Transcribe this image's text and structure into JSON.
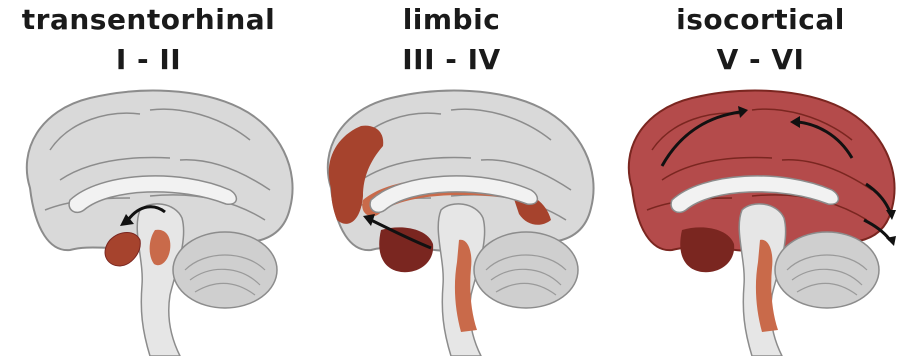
{
  "figure": {
    "panels": [
      {
        "stage_name": "transentorhinal",
        "stage_range": "I - II"
      },
      {
        "stage_name": "limbic",
        "stage_range": "III - IV"
      },
      {
        "stage_name": "isocortical",
        "stage_range": "V - VI"
      }
    ]
  },
  "colors": {
    "cortex_gray": "#d9d9d9",
    "cortex_outline": "#8c8c8c",
    "white_matter": "#f2f2f2",
    "cerebellum": "#cfcfcf",
    "affected_light": "#c96a4a",
    "affected_medium": "#a6432d",
    "affected_dark": "#7a2620",
    "isocortex_red": "#b44b4b",
    "arrow": "#111111"
  }
}
